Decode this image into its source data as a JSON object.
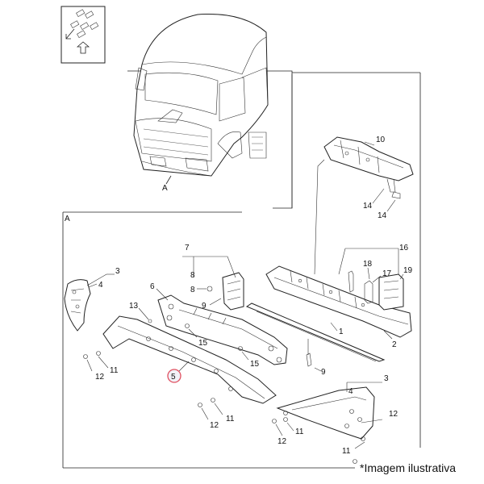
{
  "view_labels": {
    "main_view": "A",
    "detail_view": "A"
  },
  "callouts": {
    "p1": "1",
    "p2": "2",
    "p3a": "3",
    "p3b": "3",
    "p4a": "4",
    "p4b": "4",
    "p5": "5",
    "p6": "6",
    "p7": "7",
    "p8a": "8",
    "p8b": "8",
    "p9a": "9",
    "p9b": "9",
    "p10": "10",
    "p11a": "11",
    "p11b": "11",
    "p11c": "11",
    "p11d": "11",
    "p12a": "12",
    "p12b": "12",
    "p12c": "12",
    "p12d": "12",
    "p13": "13",
    "p14a": "14",
    "p14b": "14",
    "p15a": "15",
    "p15b": "15",
    "p16": "16",
    "p17": "17",
    "p18": "18",
    "p19": "19"
  },
  "highlighted_callout": "5",
  "highlight_color": "#e05060",
  "caption": "*Imagem ilustrativa"
}
